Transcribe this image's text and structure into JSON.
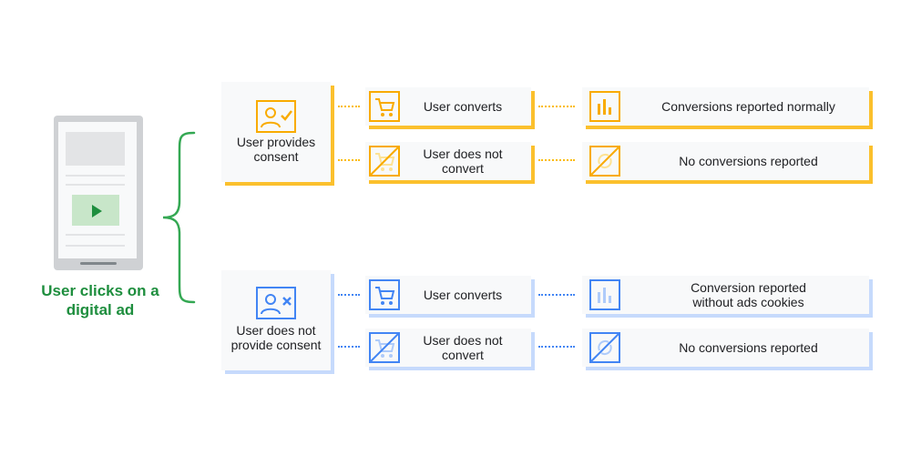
{
  "title": "User clicks on a digital ad",
  "consent": {
    "yes": {
      "label": "User provides consent",
      "converts": "User converts",
      "converts_result": "Conversions reported normally",
      "not_converts": "User does not convert",
      "not_converts_result": "No conversions reported"
    },
    "no": {
      "label": "User does not provide consent",
      "converts": "User converts",
      "converts_result": "Conversion reported without ads cookies",
      "not_converts": "User does not convert",
      "not_converts_result": "No conversions reported"
    }
  },
  "icons": {
    "yes_person": "person-check-icon",
    "no_person": "person-x-icon",
    "cart": "shopping-cart-icon",
    "cart_off": "cart-crossed-icon",
    "bar_chart": "bar-chart-icon",
    "sync_off": "sync-off-icon",
    "play": "play-icon"
  },
  "colors": {
    "green": "#1e8e3e",
    "yellow": "#fbbc04",
    "yellow_shadow": "#fbc02d",
    "blue": "#4285f4",
    "blue_shadow": "#c6dafc",
    "card_bg": "#f8f9fa"
  }
}
